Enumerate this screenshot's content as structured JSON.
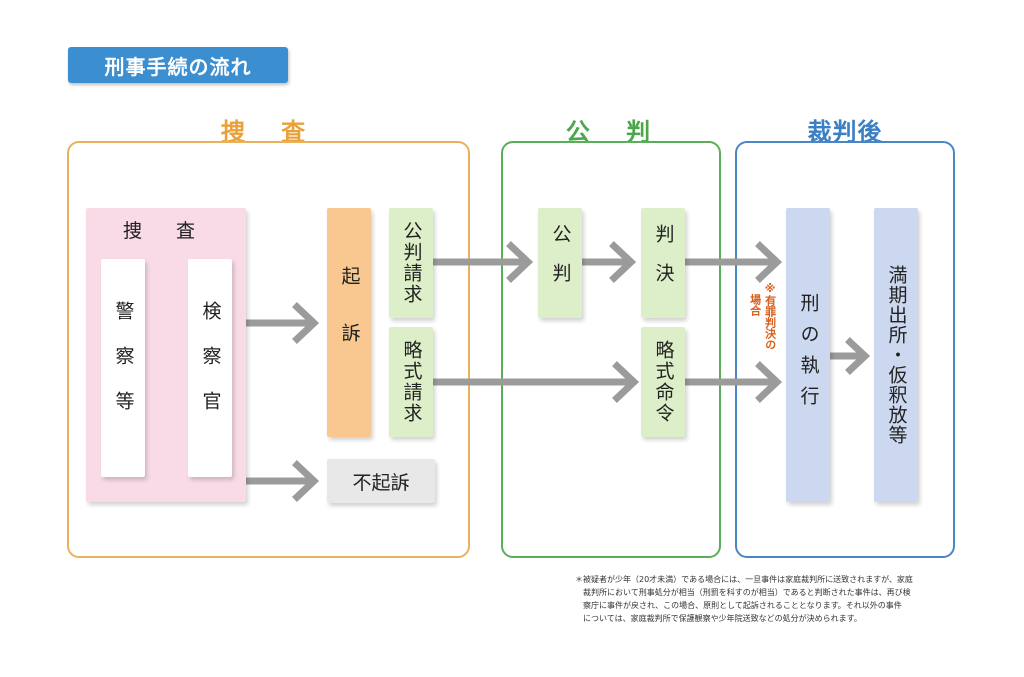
{
  "title": "刑事手続の流れ",
  "sections": {
    "investigation": {
      "title": "捜 査",
      "color": "#e9a23b"
    },
    "trial": {
      "title": "公 判",
      "color": "#4aa74a"
    },
    "after": {
      "title": "裁判後",
      "color": "#3b7fc4"
    }
  },
  "boxes": {
    "investigation_group": "捜 査",
    "police": "警察等",
    "prosecutor": "検察官",
    "indictment": "起訴",
    "public_trial_request": "公判請求",
    "summary_request": "略式請求",
    "non_prosecution": "不起訴",
    "trial": "公判",
    "judgment": "判決",
    "summary_order": "略式命令",
    "execution": "刑の執行",
    "release": "満期出所・仮釈放等"
  },
  "notes": {
    "guilty_line1": "※有罪判決の",
    "guilty_line2": "場合"
  },
  "footnote": [
    "＊被疑者が少年（20才未満）である場合には、一旦事件は家庭裁判所に送致されますが、家庭",
    "裁判所において刑事処分が相当（刑罰を科すのが相当）であると判断された事件は、再び検",
    "察庁に事件が戻され、この場合、原則として起訴されることとなります。それ以外の事件",
    "については、家庭裁判所で保護観察や少年院送致などの処分が決められます。"
  ],
  "colors": {
    "title_bg": "#3b8ed0",
    "pink": "#f9dbe8",
    "orange": "#f9c891",
    "green": "#dcefc8",
    "blue": "#ccd8ef",
    "gray_box": "#e8e8e8",
    "arrow": "#9b9b9b"
  }
}
